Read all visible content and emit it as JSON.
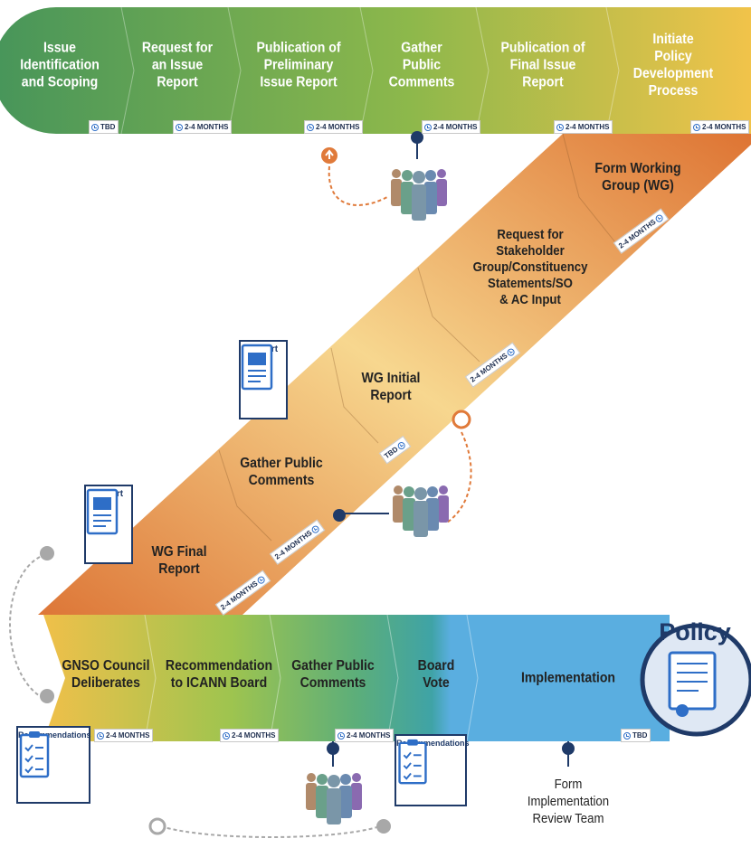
{
  "top_row": {
    "steps": [
      {
        "label": "Issue\nIdentification\nand Scoping",
        "duration": "TBD"
      },
      {
        "label": "Request for\nan Issue\nReport",
        "duration": "2-4 MONTHS"
      },
      {
        "label": "Publication of\nPreliminary\nIssue Report",
        "duration": "2-4 MONTHS"
      },
      {
        "label": "Gather\nPublic\nComments",
        "duration": "2-4 MONTHS"
      },
      {
        "label": "Publication of\nFinal Issue\nReport",
        "duration": "2-4 MONTHS"
      },
      {
        "label": "Initiate Policy\nDevelopment\nProcess",
        "duration": "2-4 MONTHS"
      }
    ]
  },
  "diagonal_band": {
    "steps": [
      {
        "label": "Form Working\nGroup (WG)",
        "duration": "2-4 MONTHS"
      },
      {
        "label": "Request for\nStakeholder\nGroup/Constituency\nStatements/SO\n& AC Input",
        "duration": "2-4 MONTHS"
      },
      {
        "label": "WG Initial\nReport",
        "duration": "TBD"
      },
      {
        "label": "Gather Public\nComments",
        "duration": "2-4 MONTHS"
      },
      {
        "label": "WG Final\nReport",
        "duration": "2-4 MONTHS"
      }
    ]
  },
  "bottom_row": {
    "steps": [
      {
        "label": "GNSO Council\nDeliberates",
        "duration": "2-4 MONTHS"
      },
      {
        "label": "Recommendation\nto ICANN Board",
        "duration": "2-4 MONTHS"
      },
      {
        "label": "Gather Public\nComments",
        "duration": "2-4 MONTHS"
      },
      {
        "label": "Board\nVote",
        "duration": ""
      },
      {
        "label": "Implementation",
        "duration": "TBD"
      }
    ]
  },
  "documents": {
    "report_label": "Report",
    "recommendations_label": "Recommendations"
  },
  "policy": {
    "label": "Policy"
  },
  "implementation_note": "Form\nImplementation\nReview Team",
  "colors": {
    "green_dark": "#4f9d5a",
    "green_light": "#9fc14a",
    "yellow": "#f0c24a",
    "orange": "#e07a3a",
    "orange_light": "#f2c07c",
    "teal": "#4aa89a",
    "blue": "#5aaee0",
    "navy": "#1f3a68",
    "accent_orange": "#e07a3a",
    "grey_dash": "#a8a8a8"
  }
}
